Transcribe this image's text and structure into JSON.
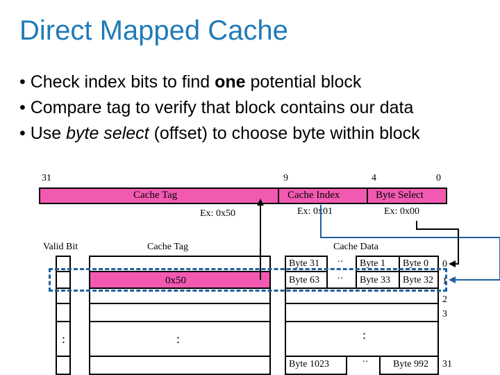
{
  "slide": {
    "title": "Direct Mapped Cache",
    "bullets": [
      {
        "pre": "Check index bits to find ",
        "em": "one",
        "post": " potential block"
      },
      {
        "text": "Compare tag to verify that block contains our data"
      },
      {
        "pre": "Use ",
        "em": "byte select",
        "post": " (offset) to choose byte within block"
      }
    ]
  },
  "address": {
    "bit_labels": [
      "31",
      "9",
      "4",
      "0"
    ],
    "fields": [
      "Cache Tag",
      "Cache Index",
      "Byte Select"
    ],
    "examples": [
      "Ex: 0x50",
      "Ex: 0x01",
      "Ex: 0x00"
    ]
  },
  "cache": {
    "headers": {
      "valid": "Valid Bit",
      "tag": "Cache Tag",
      "data": "Cache Data"
    },
    "row_tag_value": "0x50",
    "data_cells": {
      "r0": [
        "Byte 31",
        "Byte 1",
        "Byte 0"
      ],
      "r1": [
        "Byte 63",
        "Byte 33",
        "Byte 32"
      ],
      "last": [
        "Byte 1023",
        "Byte 992"
      ]
    },
    "row_numbers": [
      "0",
      "1",
      "2",
      "3",
      "31"
    ],
    "dots": [
      "..",
      ":",
      ":",
      ":"
    ]
  },
  "colors": {
    "title": "#1f7ab8",
    "field_fill": "#f25ab1",
    "highlight": "#1f5f9f"
  }
}
